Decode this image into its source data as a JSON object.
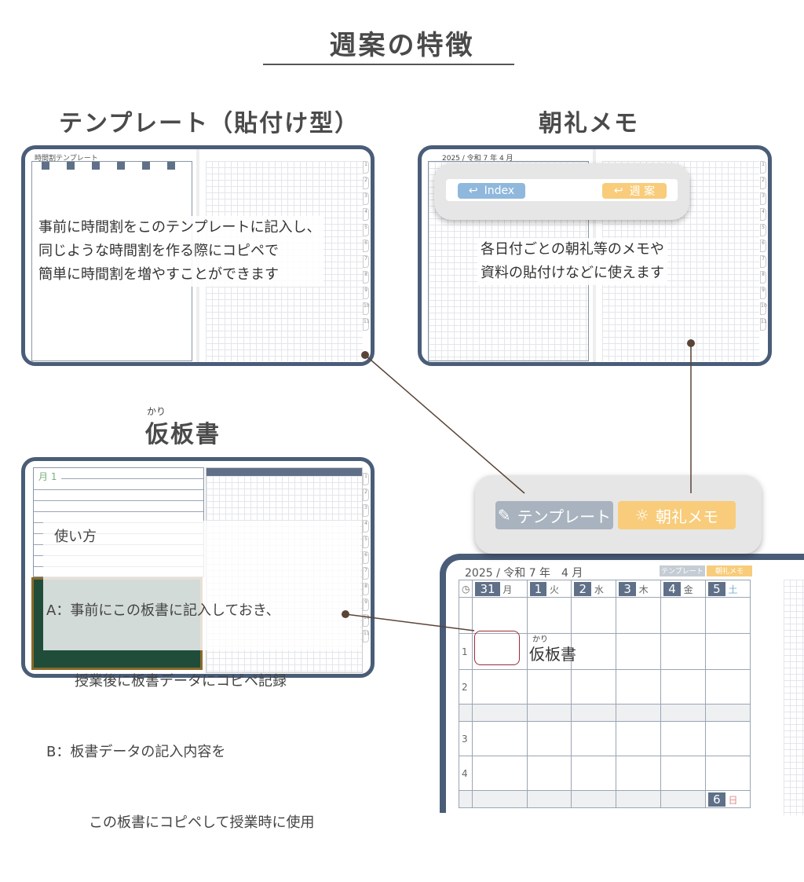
{
  "title": "週案の特徴",
  "sections": {
    "template": {
      "heading": "テンプレート（貼付け型）",
      "page_label": "時間割テンプレート",
      "note": [
        "事前に時間割をこのテンプレートに記入し、",
        "同じような時間割を作る際にコピペで",
        "簡単に時間割を増やすことができます"
      ]
    },
    "morning": {
      "heading": "朝礼メモ",
      "date": "2025 / 令和 7 年  4 月",
      "bubble_index": "Index",
      "bubble_weekly": "週 案",
      "note": [
        "各日付ごとの朝礼等のメモや",
        "資料の貼付けなどに使えます"
      ]
    },
    "board": {
      "ruby": "かり",
      "heading": "仮板書",
      "month": "月 1",
      "usage_title": "使い方",
      "usage": [
        "A：事前にこの板書に記入しておき、",
        "　　授業後に板書データにコピペ記録",
        "B：板書データの記入内容を",
        "　　　この板書にコピペして授業時に使用"
      ]
    }
  },
  "callout": {
    "template_button": "テンプレート",
    "morning_button": "朝礼メモ"
  },
  "planner": {
    "date": "2025 / 令和 7 年　4 月",
    "mini_template": "テンプレート",
    "mini_morning": "朝礼メモ",
    "days": [
      {
        "n": "31",
        "d": "月"
      },
      {
        "n": "1",
        "d": "火"
      },
      {
        "n": "2",
        "d": "水"
      },
      {
        "n": "3",
        "d": "木"
      },
      {
        "n": "4",
        "d": "金"
      },
      {
        "n": "5",
        "d": "土"
      }
    ],
    "periods": [
      "1",
      "2",
      "3",
      "4"
    ],
    "sunday": {
      "n": "6",
      "d": "日"
    },
    "ruby": "かり",
    "label": "仮板書"
  },
  "colors": {
    "frame": "#4a5d78",
    "index": "#8fb8dc",
    "weekly": "#f8cc7a",
    "template_btn": "#a9b3bf",
    "chalkboard": "#1f4d3a",
    "highlight": "#9b2b38"
  }
}
